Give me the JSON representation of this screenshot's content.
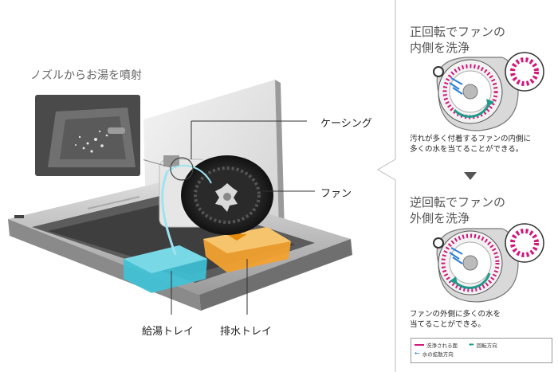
{
  "labels": {
    "nozzle": "ノズルからお湯を噴射",
    "casing": "ケーシング",
    "fan": "ファン",
    "supply_tray": "給湯トレイ",
    "drain_tray": "排水トレイ"
  },
  "panel_top": {
    "title_line1": "正回転でファンの",
    "title_line2": "内側を洗浄",
    "desc_line1": "汚れが多く付着するファンの内側に",
    "desc_line2": "多くの水を当てることができる。"
  },
  "panel_bottom": {
    "title_line1": "逆回転でファンの",
    "title_line2": "外側を洗浄",
    "desc_line1": "ファンの外側に多くの水を",
    "desc_line2": "当てることができる。"
  },
  "legend": {
    "washed_surface": "洗浄される面",
    "rotation_direction": "回転方向",
    "water_spray_direction": "水の拡散方向"
  },
  "colors": {
    "pink": "#d0187a",
    "teal": "#1e9b8a",
    "blue": "#2a7fd4",
    "supply_tray": "#3ec3d8",
    "drain_tray": "#f2a12e"
  }
}
